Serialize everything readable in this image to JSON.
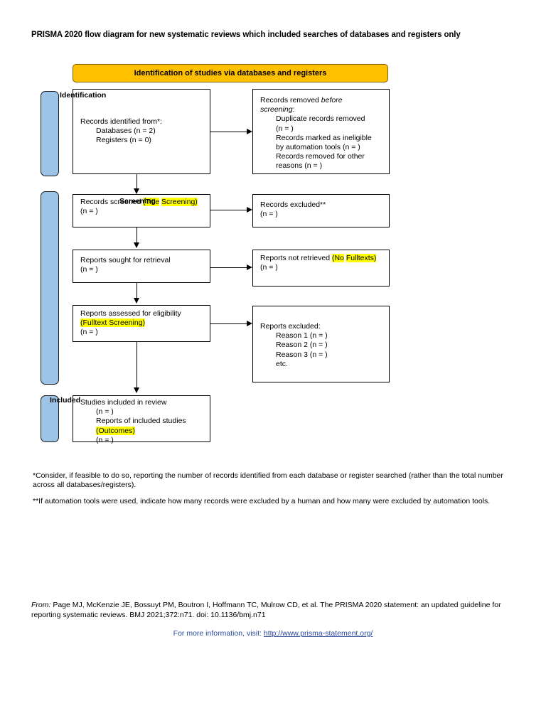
{
  "document": {
    "title": "PRISMA 2020 flow diagram for new systematic reviews which included searches of databases and registers only",
    "banner_label": "Identification of studies via databases and registers"
  },
  "colors": {
    "banner_bg": "#FFC000",
    "stage_tab_bg": "#9DC3E6",
    "highlight": "#FFFF00",
    "link": "#2a4b9b",
    "box_border": "#000000"
  },
  "stages": [
    {
      "key": "identification",
      "label": "Identification"
    },
    {
      "key": "screening",
      "label": "Screening"
    },
    {
      "key": "included",
      "label": "Included"
    }
  ],
  "boxes": {
    "records_identified": {
      "line1": "Records identified from*:",
      "line2": "Databases (n = 2)",
      "line3": "Registers (n = 0)"
    },
    "records_removed": {
      "line1_a": "Records removed ",
      "line1_italic": "before",
      "line2_italic": "screening",
      "line2_b": ":",
      "line3": "Duplicate records removed",
      "line4": "(n = )",
      "line5": "Records marked as ineligible",
      "line6": "by automation tools (n = )",
      "line7": "Records removed for other",
      "line8": "reasons (n = )"
    },
    "records_screened": {
      "line1": "Records screened",
      "highlight1": "(Title",
      "highlight2": "Screening)",
      "line3": "(n = )"
    },
    "records_excluded": {
      "line1": "Records excluded**",
      "line2": "(n = )"
    },
    "reports_sought": {
      "line1": "Reports sought for retrieval",
      "line2": "(n = )"
    },
    "reports_not_retrieved": {
      "line1": "Reports not retrieved ",
      "highlight1": "(No",
      "highlight2": "Fulltexts)",
      "line3": "(n = )"
    },
    "reports_assessed": {
      "line1": "Reports assessed for eligibility",
      "highlight1": "(Fulltext Screening)",
      "line3": "(n = )"
    },
    "reports_excluded": {
      "line1": "Reports excluded:",
      "line2": "Reason 1 (n = )",
      "line3": "Reason 2 (n = )",
      "line4": "Reason 3 (n = )",
      "line5": "etc."
    },
    "studies_included": {
      "line1": "Studies included in review",
      "line2": "(n = )",
      "line3": "Reports of included studies",
      "highlight1": "(Outcomes)",
      "line5": "(n = )"
    }
  },
  "footnotes": {
    "single_star": "*Consider, if feasible to do so, reporting the number of records identified from each database or register searched (rather than the total number across all databases/registers).",
    "double_star": "**If automation tools were used, indicate how many records were excluded by a human and how many were excluded by automation tools."
  },
  "citation": {
    "from_label": "From:",
    "text": "  Page MJ, McKenzie JE, Bossuyt PM, Boutron I, Hoffmann TC, Mulrow CD, et al. The PRISMA 2020 statement: an updated guideline for reporting systematic reviews. BMJ 2021;372:n71. doi: 10.1136/bmj.n71",
    "more_info_label": "For more information, visit: ",
    "more_info_url": "http://www.prisma-statement.org/"
  }
}
